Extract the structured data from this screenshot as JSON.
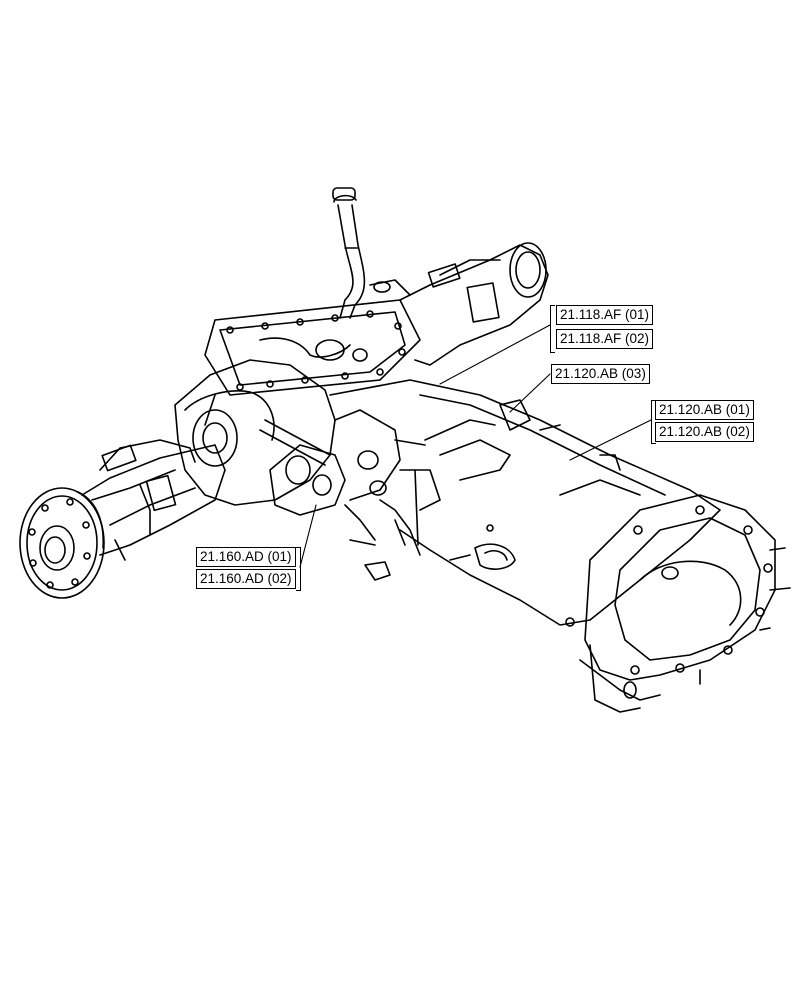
{
  "references": {
    "r1": "21.118.AF (01)",
    "r2": "21.118.AF (02)",
    "r3": "21.120.AB (03)",
    "r4": "21.120.AB (01)",
    "r5": "21.120.AB (02)",
    "r6": "21.160.AD (01)",
    "r7": "21.160.AD (02)"
  },
  "colors": {
    "line": "#000000",
    "background": "#ffffff"
  }
}
